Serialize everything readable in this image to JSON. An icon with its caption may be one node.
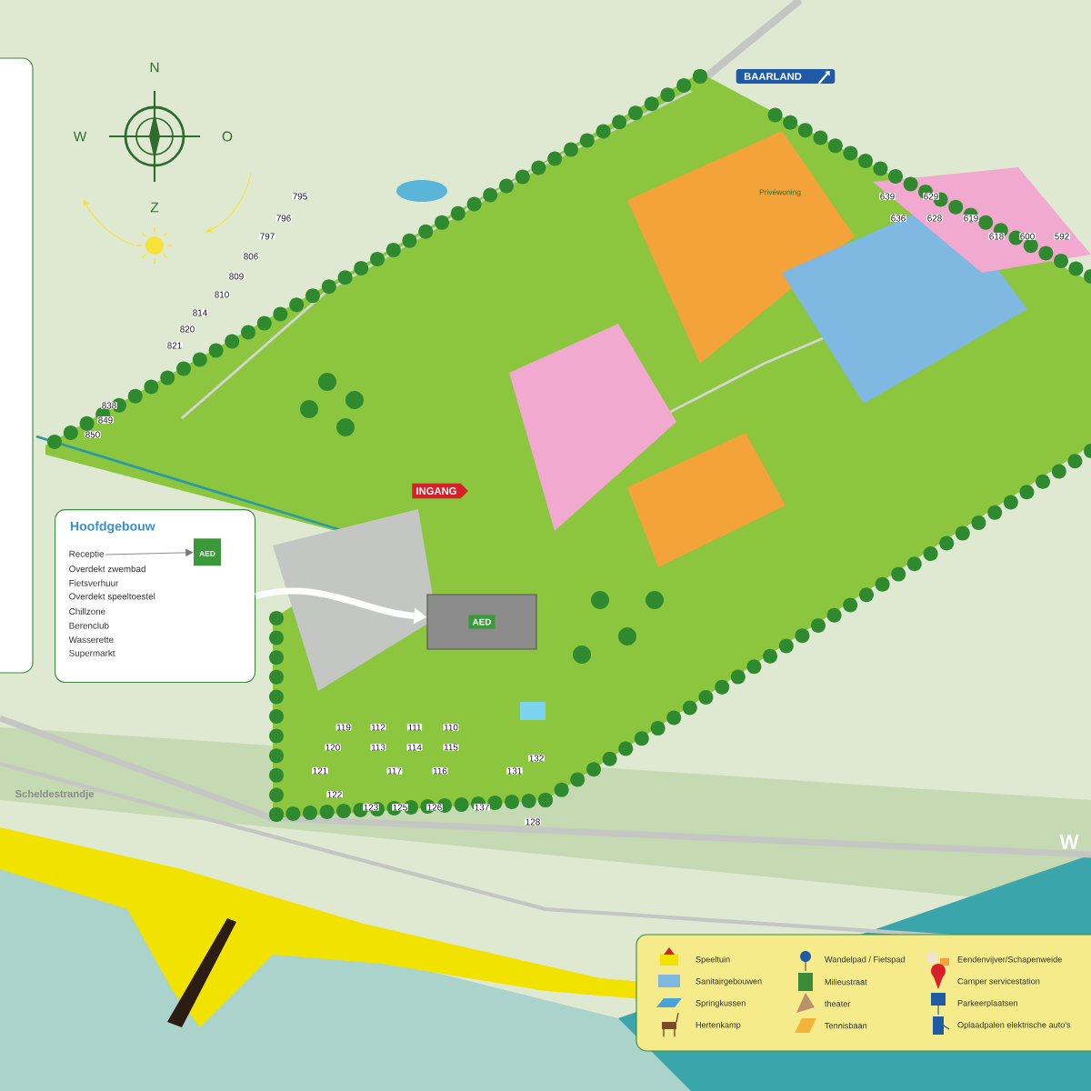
{
  "diagram": {
    "nodes": [
      {
        "text": [
          "Hoofdgebouw",
          "Overdekt zwembad",
          "Fietsverhuur",
          "Overdekt speeltoestel",
          "Chillzone",
          "Berenclub",
          "Wasserette",
          "Supermarkt"
        ]
      },
      {
        "text": [
          "Receptie"
        ],
        "in": 0
      },
      {
        "text": [
          "AED"
        ],
        "in": 0
      },
      {
        "text": [
          "AED"
        ]
      },
      {
        "text": [
          "INGANG"
        ]
      },
      {
        "text": [
          "BAARLAND"
        ]
      }
    ],
    "edges": [
      {
        "from": 1,
        "to": 2,
        "arrow": "to"
      },
      {
        "from": 0,
        "to": 3,
        "arrow": "to",
        "style": "thick",
        "color": "#ffffff"
      }
    ],
    "labels": [
      "N",
      "W",
      "O",
      "Privéwoning",
      "795",
      "639",
      "629",
      "Z",
      "796",
      "636",
      "628",
      "619",
      "797",
      "618",
      "600",
      "592",
      "806",
      "809",
      "810",
      "814",
      "820",
      "821",
      "838",
      "849",
      "850",
      "119",
      "112",
      "111",
      "110",
      "120",
      "113",
      "114",
      "115",
      "132",
      "121",
      "117",
      "116",
      "131",
      "Scheldestrandje",
      "122",
      "123",
      "125",
      "126",
      "137",
      "128",
      "W"
    ],
    "legend": [
      {
        "text": "Speeltuin"
      },
      {
        "text": "Sanitairgebouwen"
      },
      {
        "text": "Springkussen"
      },
      {
        "text": "Hertenkamp"
      },
      {
        "text": "Wandelpad / Fietspad"
      },
      {
        "text": "Milieustraat"
      },
      {
        "text": "theater"
      },
      {
        "text": "Tennisbaan"
      },
      {
        "text": "Eendenvijver/Schapenweide"
      },
      {
        "text": "Camper servicestation"
      },
      {
        "text": "Parkeerplaatsen"
      },
      {
        "text": "Oplaadpalen elektrische auto's"
      }
    ]
  }
}
